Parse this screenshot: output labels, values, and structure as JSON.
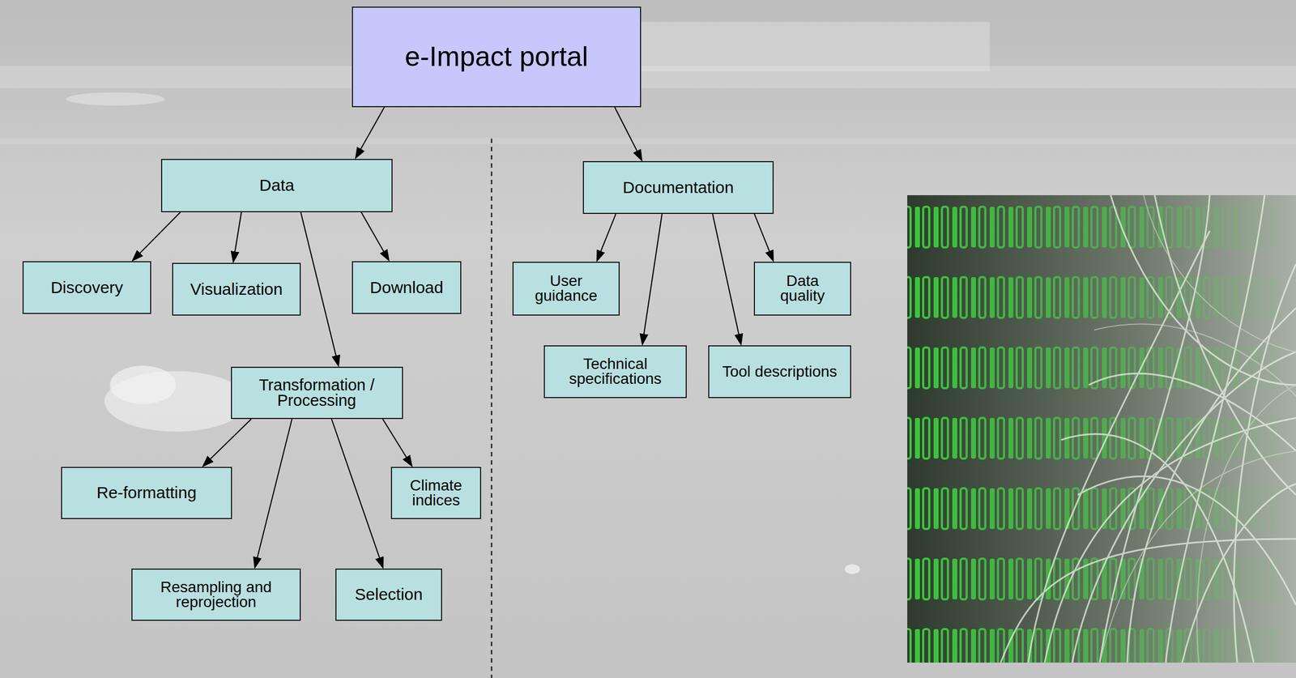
{
  "diagram": {
    "nodes": [
      {
        "text": [
          "e-Impact portal"
        ]
      },
      {
        "text": [
          "Data"
        ]
      },
      {
        "text": [
          "Documentation"
        ]
      },
      {
        "text": [
          "Discovery"
        ]
      },
      {
        "text": [
          "Visualization"
        ]
      },
      {
        "text": [
          "Download"
        ]
      },
      {
        "text": [
          "Transformation / Processing"
        ]
      },
      {
        "text": [
          "Re-formatting"
        ]
      },
      {
        "text": [
          "Climate indices"
        ]
      },
      {
        "text": [
          "Resampling and reprojection"
        ]
      },
      {
        "text": [
          "Selection"
        ]
      },
      {
        "text": [
          "User guidance"
        ]
      },
      {
        "text": [
          "Data quality"
        ]
      },
      {
        "text": [
          "Technical specifications"
        ]
      },
      {
        "text": [
          "Tool descriptions"
        ]
      }
    ],
    "edges": [
      {
        "from": 0,
        "to": 1,
        "arrow": "to"
      },
      {
        "from": 0,
        "to": 2,
        "arrow": "to"
      },
      {
        "from": 1,
        "to": 3,
        "arrow": "to"
      },
      {
        "from": 1,
        "to": 4,
        "arrow": "to"
      },
      {
        "from": 1,
        "to": 5,
        "arrow": "to"
      },
      {
        "from": 1,
        "to": 6,
        "arrow": "to"
      },
      {
        "from": 6,
        "to": 7,
        "arrow": "to"
      },
      {
        "from": 6,
        "to": 9,
        "arrow": "to"
      },
      {
        "from": 6,
        "to": 10,
        "arrow": "to"
      },
      {
        "from": 6,
        "to": 8,
        "arrow": "to"
      },
      {
        "from": 2,
        "to": 11,
        "arrow": "to"
      },
      {
        "from": 2,
        "to": 13,
        "arrow": "to"
      },
      {
        "from": 2,
        "to": 14,
        "arrow": "to"
      },
      {
        "from": 2,
        "to": 12,
        "arrow": "to"
      }
    ]
  }
}
